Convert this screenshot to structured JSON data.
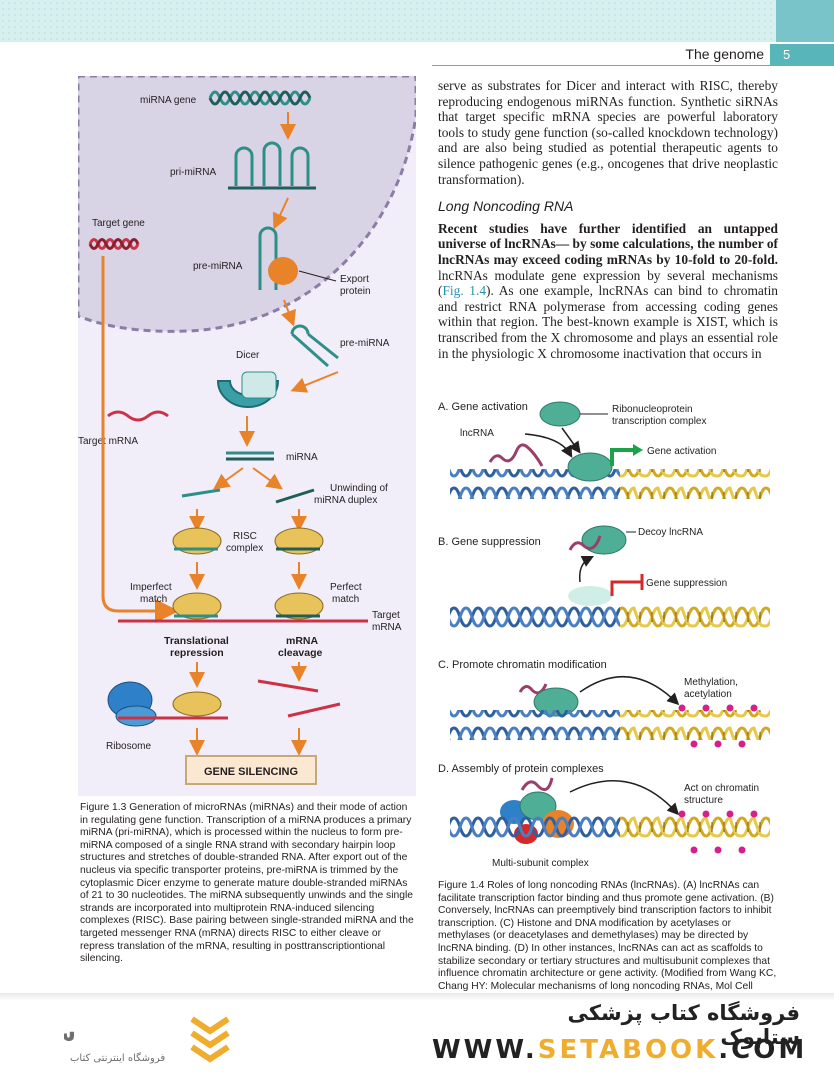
{
  "header": {
    "running_title": "The genome",
    "page_number": "5"
  },
  "figure_1_3": {
    "labels": {
      "mirna_gene": "miRNA gene",
      "pri_mirna": "pri-miRNA",
      "target_gene": "Target gene",
      "pre_mirna_nucleus": "pre-miRNA",
      "export": "Export",
      "protein": "protein",
      "pre_mirna_cyto": "pre-miRNA",
      "dicer": "Dicer",
      "target_mrna_left": "Target mRNA",
      "mirna": "miRNA",
      "unwinding_1": "Unwinding of",
      "unwinding_2": "miRNA duplex",
      "risc_1": "RISC",
      "risc_2": "complex",
      "imperfect_1": "Imperfect",
      "imperfect_2": "match",
      "perfect_1": "Perfect",
      "perfect_2": "match",
      "target_right_1": "Target",
      "target_right_2": "mRNA",
      "translational_1": "Translational",
      "translational_2": "repression",
      "cleavage_1": "mRNA",
      "cleavage_2": "cleavage",
      "ribosome": "Ribosome",
      "gene_silencing": "GENE SILENCING"
    },
    "colors": {
      "panel": "#f1eefa",
      "nucleus": "#d9d3e6",
      "nucleus_border": "#8b7ea6",
      "arrow": "#e8832a",
      "teal": "#2e8f88",
      "risc": "#e8c25a",
      "mrna": "#cc3246",
      "ribosome": "#2e80c9"
    }
  },
  "caption_1_3": "Figure 1.3 Generation of microRNAs (miRNAs) and their mode of action in regulating gene function. Transcription of a miRNA produces a primary miRNA (pri-miRNA), which is processed within the nucleus to form pre-miRNA composed of a single RNA strand with secondary hairpin loop structures and stretches of double-stranded RNA. After export out of the nucleus via specific transporter proteins, pre-miRNA is trimmed by the cytoplasmic Dicer enzyme to generate mature double-stranded miRNAs of 21 to 30 nucleotides. The miRNA subsequently unwinds and the single strands are incorporated into multiprotein RNA-induced silencing complexes (RISC). Base pairing between single-stranded miRNA and the targeted messenger RNA (mRNA) directs RISC to either cleave or repress translation of the mRNA, resulting in posttranscriptiontional silencing.",
  "body": {
    "para1": "serve as substrates for Dicer and interact with RISC, thereby reproducing endogenous miRNAs function. Synthetic siRNAs that target specific mRNA species are powerful laboratory tools to study gene function (so-called knockdown technology) and are also being studied as potential therapeutic agents to silence pathogenic genes (e.g., oncogenes that drive neoplastic transformation).",
    "heading": "Long Noncoding RNA",
    "para2_lead": "Recent studies have further identified an untapped universe of lncRNAs— by some calculations, the number of lncRNAs may exceed coding mRNAs by 10-fold to 20-fold.",
    "para2_a": " lncRNAs modulate gene expression by several mechanisms (",
    "para2_ref": "Fig. 1.4",
    "para2_b": "). As one example, lncRNAs can bind to chromatin and restrict RNA polymerase from accessing coding genes within that region. The best-known example is XIST, which is transcribed from the X chromosome and plays an essential role in the physiologic X chromosome inactivation that occurs in"
  },
  "figure_1_4": {
    "panel_a_title": "A. Gene activation",
    "lncrna": "lncRNA",
    "rnp_1": "Ribonucleoprotein",
    "rnp_2": "transcription complex",
    "gene_activation": "Gene activation",
    "panel_b_title": "B. Gene suppression",
    "decoy": "Decoy lncRNA",
    "gene_suppression": "Gene suppression",
    "panel_c_title": "C. Promote chromatin modification",
    "methylation_1": "Methylation,",
    "methylation_2": "acetylation",
    "panel_d_title": "D. Assembly of protein complexes",
    "act_1": "Act on chromatin",
    "act_2": "structure",
    "multi": "Multi-subunit complex",
    "colors": {
      "dna_blue": "#2f5f9e",
      "dna_yellow": "#e6c84b",
      "teal": "#4fae96",
      "activation": "#1aa34a",
      "suppression": "#d62828",
      "lncrna": "#9a3f6b"
    }
  },
  "caption_1_4": "Figure 1.4 Roles of long noncoding RNAs (lncRNAs). (A) lncRNAs can facilitate transcription factor binding and thus promote gene activation. (B) Conversely, lncRNAs can preemptively bind transcription factors to inhibit transcription. (C) Histone and DNA modification by acetylases or methylases (or deacetylases and demethylases) may be directed by lncRNA binding. (D) In other instances, lncRNAs can act as scaffolds to stabilize secondary or tertiary structures and multisubunit complexes that influence chromatin architecture or gene activity. (Modified from Wang KC, Chang HY: Molecular mechanisms of long noncoding RNAs, Mol Cell",
  "footer": {
    "store_name_fa": "فروشگاه کتاب پزشکی ستابوک",
    "url_pre": "WWW.",
    "url_brand": "SETABOOK",
    "url_post": ".COM",
    "logo_fa": "فروشگاه اینترنتی کتاب",
    "logo_brand": "ستابوک",
    "colors": {
      "brand": "#f0ac2c"
    }
  }
}
